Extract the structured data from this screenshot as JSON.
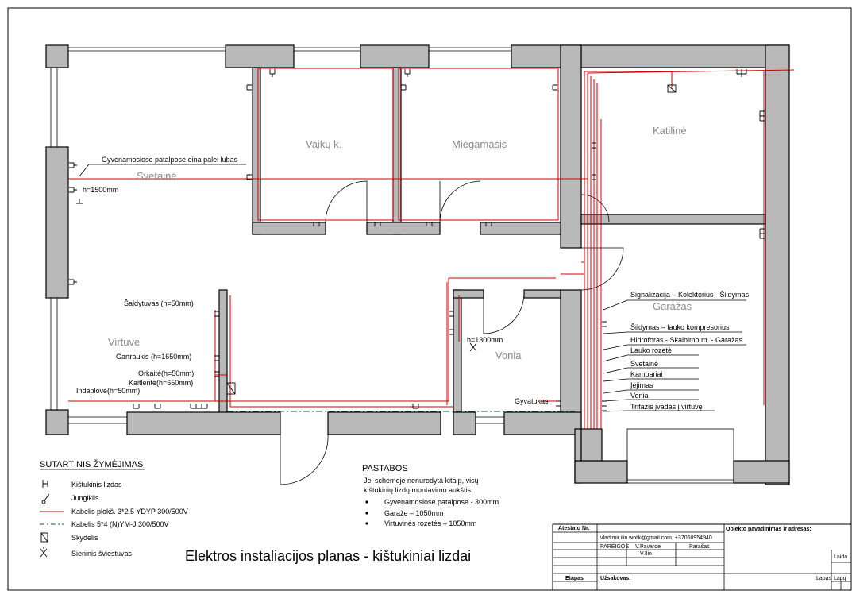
{
  "rooms": {
    "vaiku": "Vaikų k.",
    "miegamasis": "Miegamasis",
    "katiline": "Katilinė",
    "svetaine": "Svetainė",
    "garazas": "Garažas",
    "virtuve": "Virtuvė",
    "vonia": "Vonia"
  },
  "annotations": {
    "ceiling_note": "Gyvenamosiose patalpose eina palei lubas",
    "h1500": "h=1500mm",
    "h1300": "h=1300mm",
    "saldytuvas": "Šaldytuvas (h=50mm)",
    "gartraukis": "Gartraukis (h=1650mm)",
    "orkaite": "Orkaitė(h=50mm)",
    "kaitlente": "Kaitlentė(h=650mm)",
    "indaplove": "Indaplovė(h=50mm)",
    "gyvatukas": "Gyvatukas"
  },
  "circuits": [
    "Signalizacija – Kolektorius - Šildymas",
    "Šildymas – lauko kompresorius",
    "Hidroforas - Skalbimo m. - Garažas",
    "Lauko rozetė",
    "Svetainė",
    "Kambariai",
    "Įėjimas",
    "Vonia",
    "Trifazis įvadas į virtuvę"
  ],
  "legend": {
    "title": "SUTARTINIS ŽYMĖJIMAS",
    "items": [
      {
        "label": "Kištukinis lizdas",
        "icon": "socket-icon"
      },
      {
        "label": "Jungiklis",
        "icon": "switch-icon"
      },
      {
        "label": "Kabelis plokš. 3*2.5 YDYP 300/500V",
        "icon": "red-cable-icon",
        "color": "#d00000"
      },
      {
        "label": "Kabelis 5*4 (N)YM-J 300/500V",
        "icon": "dash-dot-cable-icon",
        "color": "#1a5c3a"
      },
      {
        "label": "Skydelis",
        "icon": "panel-icon"
      },
      {
        "label": "Sieninis šviestuvas",
        "icon": "wall-light-icon"
      }
    ]
  },
  "notes": {
    "title": "PASTABOS",
    "line1": "Jei schemoje nenurodyta kitaip, visų",
    "line2": "kištukinių lizdų montavimo aukštis:",
    "bullets": [
      "Gyvenamosiose patalpose - 300mm",
      "Garaže – 1050mm",
      "Virtuvinės rozetės – 1050mm"
    ]
  },
  "title": "Elektros instaliacijos planas - kištukiniai lizdai",
  "titleblock": {
    "atestato": "Atestato Nr.",
    "email": "vladimir.ilin.work@gmail.com, +37060954940",
    "pareigos": "PAREIGOS",
    "pavarde": "V.Pavardė",
    "parasas": "Parašas",
    "vilin": "V.Ilin",
    "etapas": "Etapas",
    "uzsakovas": "Užsakovas:",
    "objekto": "Objekto pavadinimas ir adresas:",
    "laida": "Laida",
    "lapas": "Lapas",
    "lapu": "Lapų"
  },
  "colors": {
    "cable": "#d00000",
    "wall": "#b9b9b9",
    "room_label": "#8a8a8a"
  }
}
